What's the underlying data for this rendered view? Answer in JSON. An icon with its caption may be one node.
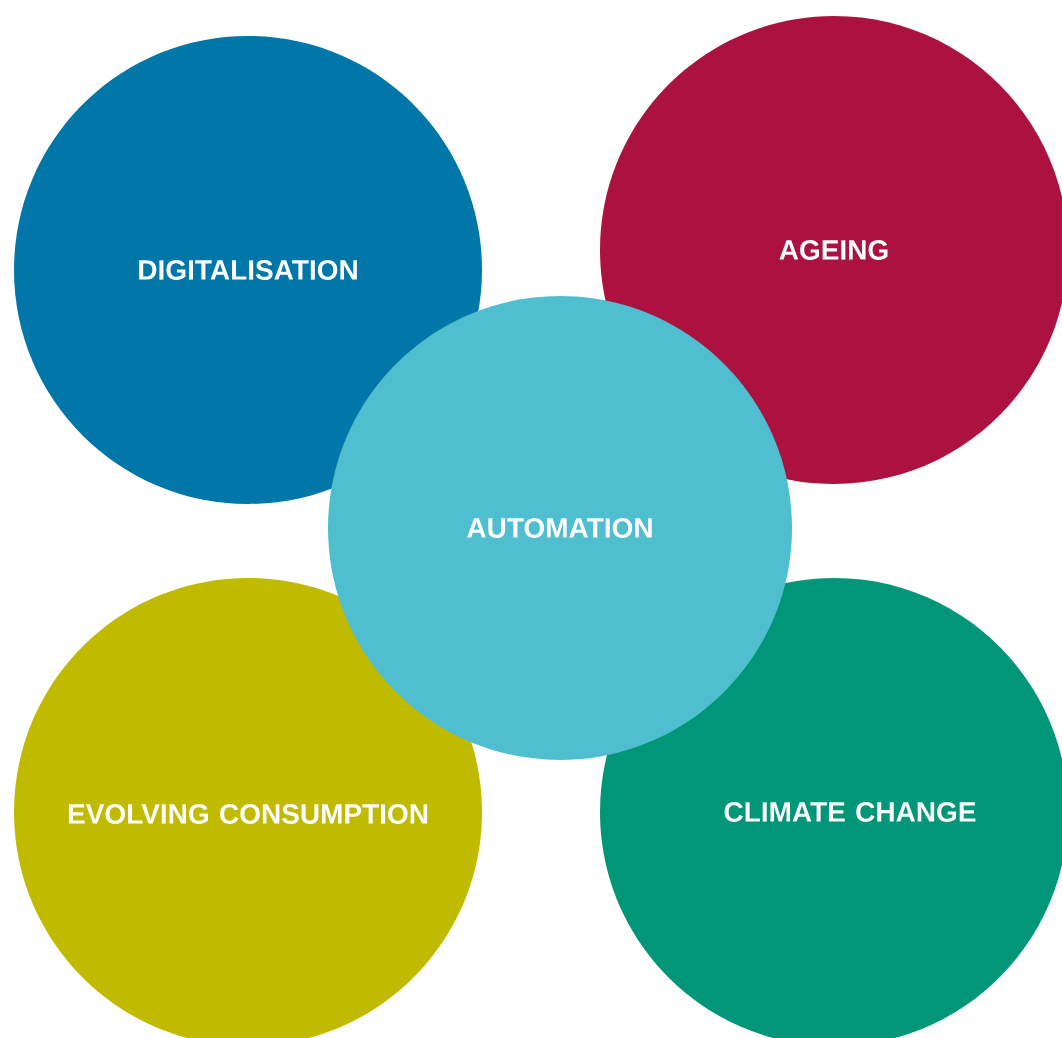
{
  "diagram": {
    "nodes": [
      {
        "text": [
          "DIGITALISATION"
        ]
      },
      {
        "text": [
          "AGEING"
        ]
      },
      {
        "text": [
          "AUTOMATION"
        ]
      },
      {
        "text": [
          "EVOLVING CONSUMPTION"
        ]
      },
      {
        "text": [
          "CLIMATE CHANGE"
        ]
      }
    ]
  }
}
